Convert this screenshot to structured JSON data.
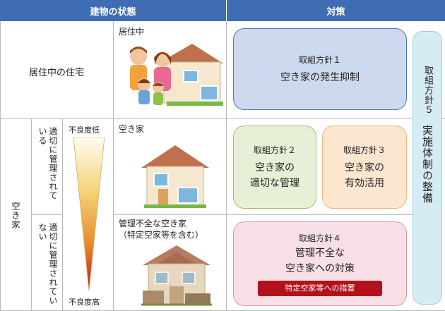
{
  "header": {
    "left": "建物の状態",
    "right": "対策"
  },
  "rows": {
    "occupied": {
      "label": "居住中の住宅",
      "image_caption": "居住中"
    },
    "vacant_group_label": "空き家",
    "managed": {
      "label": "適切に管理されている",
      "image_caption": "空き家"
    },
    "unmanaged": {
      "label": "適切に管理されていない",
      "image_caption_line1": "管理不全な空き家",
      "image_caption_line2": "（特定空家等を含む）"
    }
  },
  "degradation_scale": {
    "top_label": "不良度低",
    "bottom_label": "不良度高",
    "colors": [
      "#fffdf2",
      "#f6c65a",
      "#e88a2a",
      "#c4161c"
    ]
  },
  "policies": [
    {
      "label": "取組方針１",
      "text_line1": "空き家の発生抑制",
      "text_line2": "",
      "color": "#cdd9ee",
      "border": "#4a78bd"
    },
    {
      "label": "取組方針２",
      "text_line1": "空き家の",
      "text_line2": "適切な管理",
      "color": "#e6f0d7",
      "border": "#9cbf6e"
    },
    {
      "label": "取組方針３",
      "text_line1": "空き家の",
      "text_line2": "有効活用",
      "color": "#fde6cf",
      "border": "#ebb47c"
    },
    {
      "label": "取組方針４",
      "text_line1": "管理不全な",
      "text_line2": "空き家への対策",
      "color": "#f8dfe6",
      "border": "#d99aab",
      "badge": "特定空家等への措置",
      "badge_color": "#b3121b"
    }
  ],
  "policy5": {
    "label": "取組方針５",
    "text": "実施体制の整備",
    "color": "#d6ecf4",
    "border": "#9fcde0"
  }
}
